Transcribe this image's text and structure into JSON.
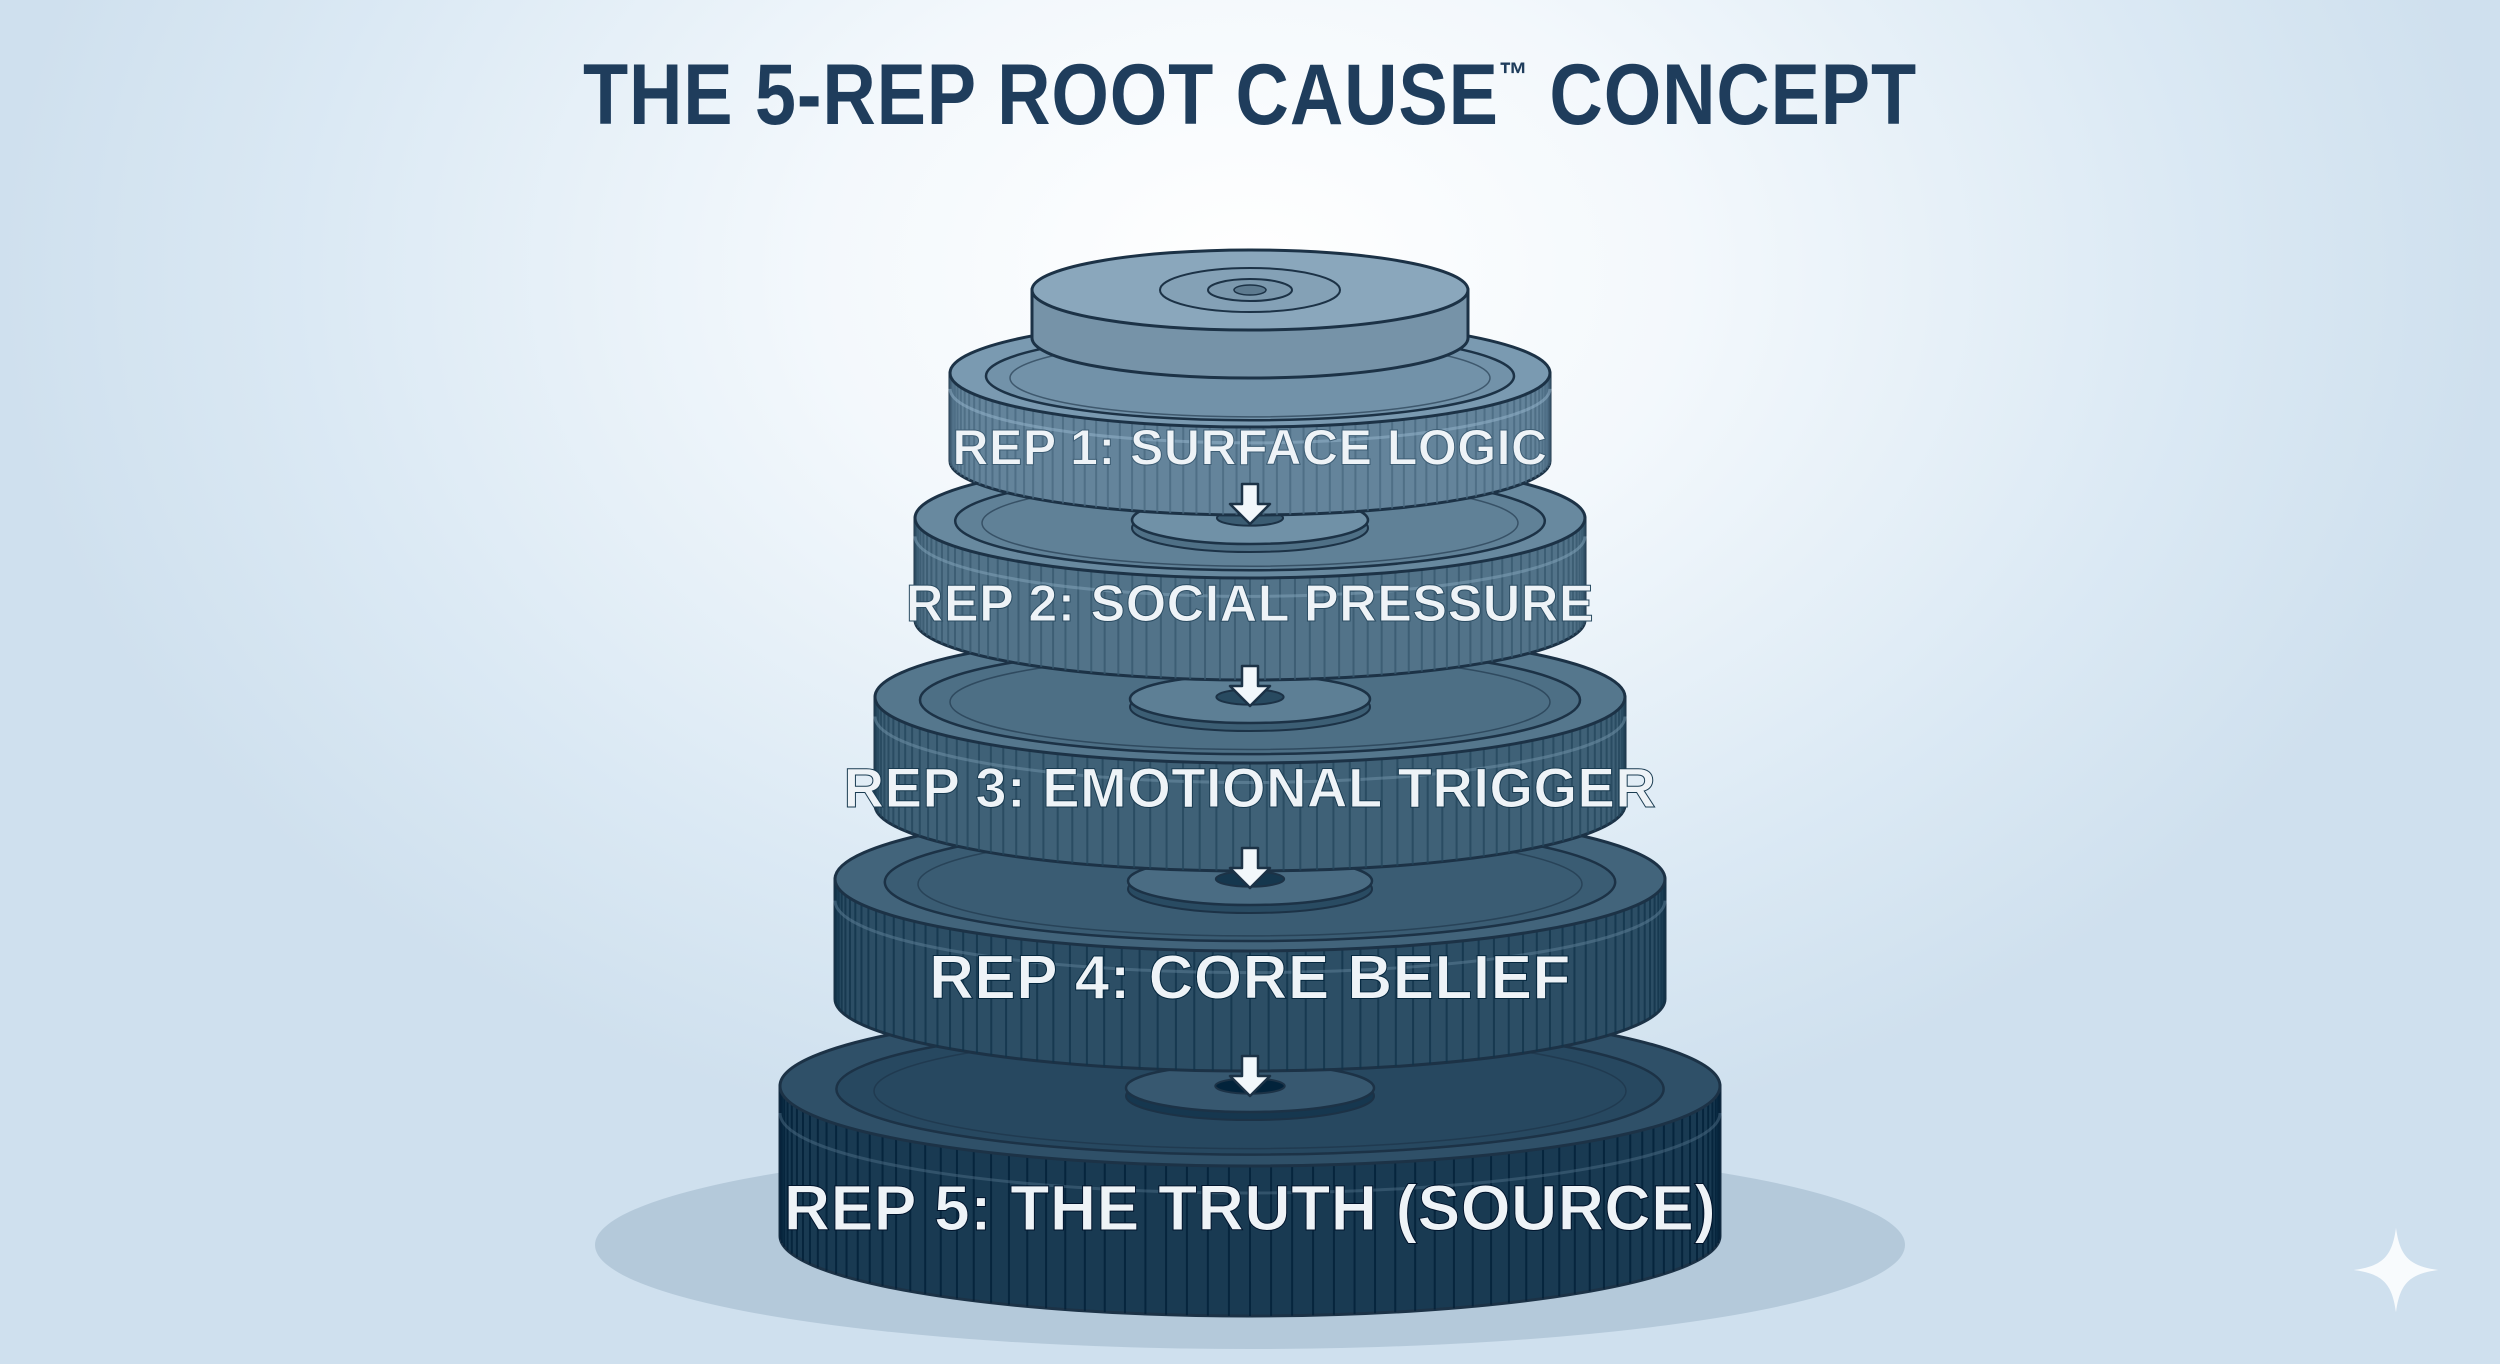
{
  "title": {
    "main": "THE 5-REP ROOT CAUSE",
    "tm": "™",
    "rest": " CONCEPT"
  },
  "layers": [
    {
      "label": "REP 1: SURFACE LOGIC",
      "level": 1,
      "color": "#7a9ab1"
    },
    {
      "label": "REP 2: SOCIAL PRESSURE",
      "level": 2,
      "color": "#68899f"
    },
    {
      "label": "REP 3: EMOTIONAL TRIGGER",
      "level": 3,
      "color": "#55778d"
    },
    {
      "label": "REP 4: CORE BELIEF",
      "level": 4,
      "color": "#42647b"
    },
    {
      "label": "REP 5: THE TRUTH (SOURCE)",
      "level": 5,
      "color": "#2f5068"
    }
  ],
  "top_cap_color": "#8aa7bc",
  "arrow_icon": "down-arrow-icon",
  "corner_icon": "sparkle-icon",
  "colors": {
    "title": "#1f3d5c",
    "outline": "#1c3246",
    "label": "#eef3f7",
    "arrow": "#f2f7fb"
  }
}
